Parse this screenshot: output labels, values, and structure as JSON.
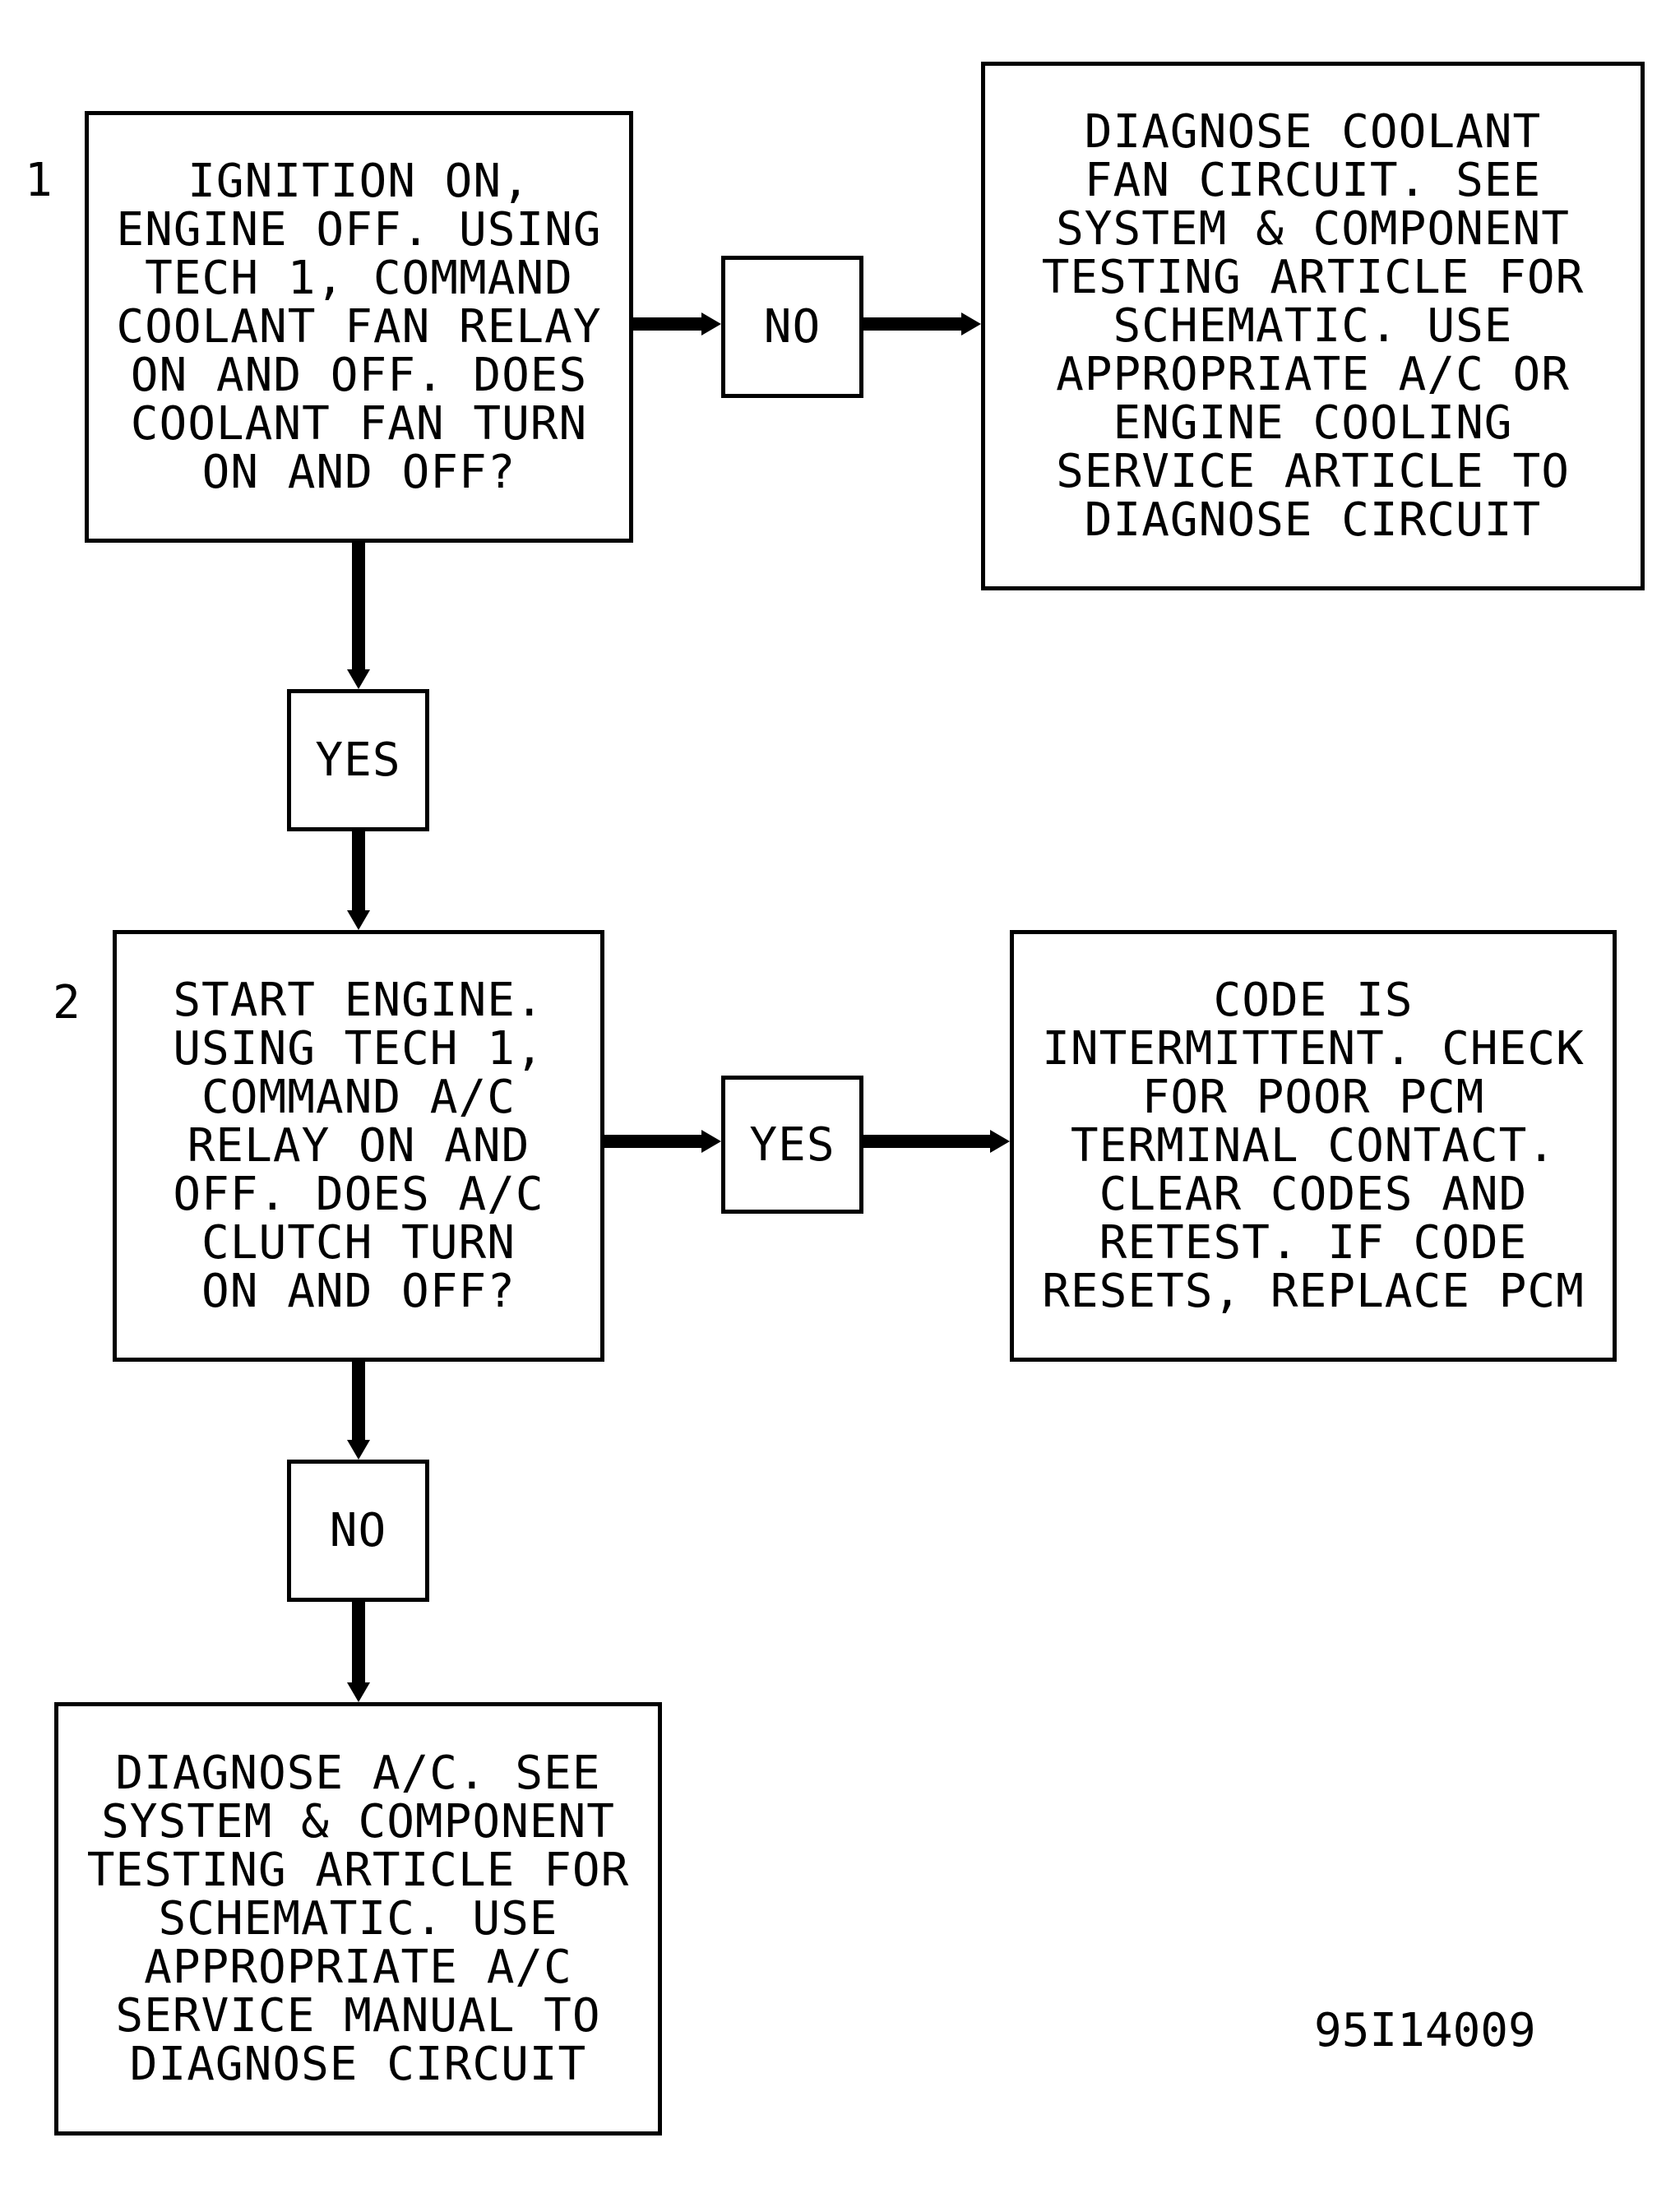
{
  "steps": {
    "step1": {
      "number": "1",
      "text": "IGNITION ON,\nENGINE OFF. USING\nTECH 1, COMMAND\nCOOLANT FAN RELAY\nON AND OFF. DOES\nCOOLANT FAN TURN\nON AND OFF?"
    },
    "step2": {
      "number": "2",
      "text": "START ENGINE.\nUSING TECH 1,\nCOMMAND A/C\nRELAY ON AND\nOFF. DOES A/C\nCLUTCH TURN\nON AND OFF?"
    }
  },
  "decisions": {
    "step1_no": "NO",
    "step1_yes": "YES",
    "step2_yes": "YES",
    "step2_no": "NO"
  },
  "outcomes": {
    "diagnose_coolant_fan": "DIAGNOSE COOLANT\nFAN CIRCUIT. SEE\nSYSTEM & COMPONENT\nTESTING ARTICLE FOR\nSCHEMATIC. USE\nAPPROPRIATE A/C OR\nENGINE COOLING\nSERVICE ARTICLE TO\nDIAGNOSE CIRCUIT",
    "code_intermittent": "CODE IS\nINTERMITTENT. CHECK\nFOR POOR PCM\nTERMINAL CONTACT.\nCLEAR CODES AND\nRETEST. IF CODE\nRESETS, REPLACE PCM",
    "diagnose_ac": "DIAGNOSE A/C. SEE\nSYSTEM & COMPONENT\nTESTING ARTICLE FOR\nSCHEMATIC. USE\nAPPROPRIATE A/C\nSERVICE MANUAL TO\nDIAGNOSE CIRCUIT"
  },
  "figure_id": "95I14009"
}
